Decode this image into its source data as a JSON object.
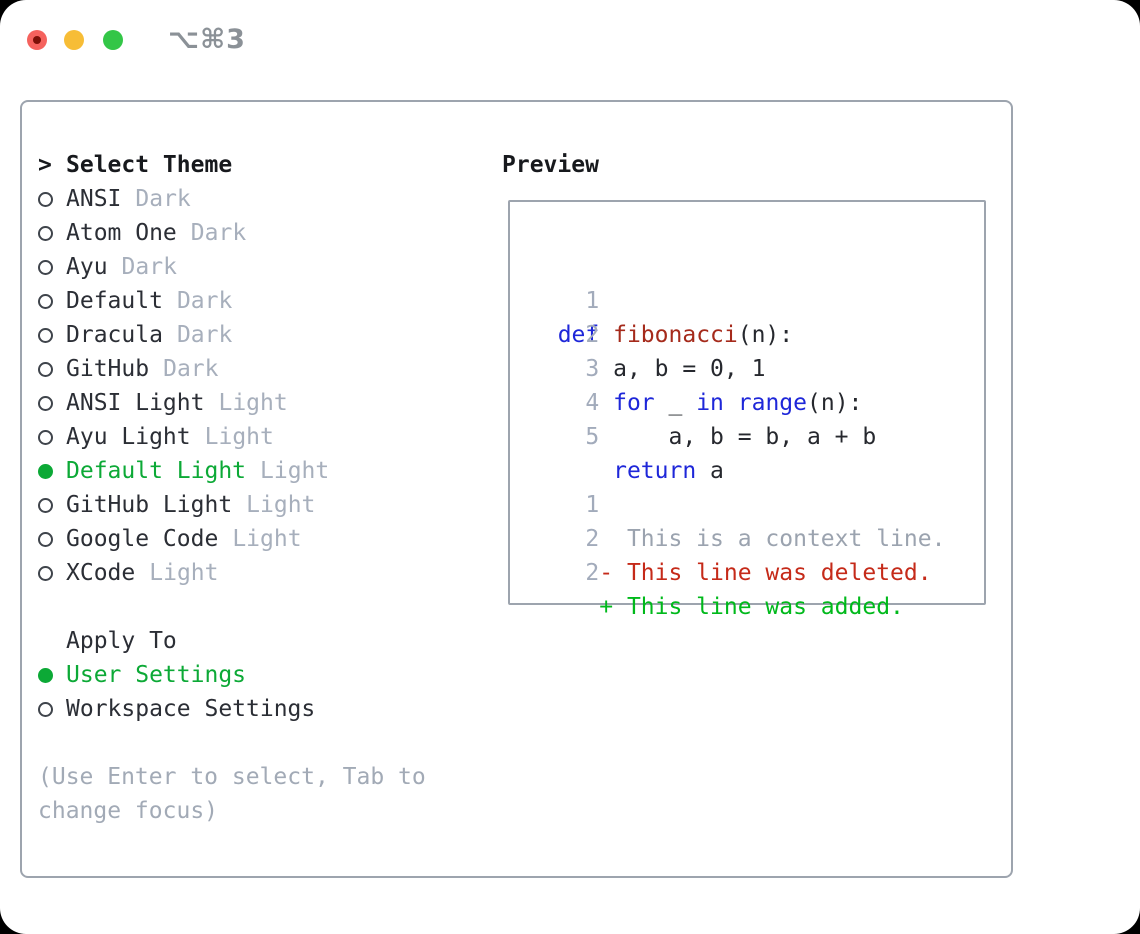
{
  "titlebar": {
    "shortcut": "⌥⌘3"
  },
  "theme_panel": {
    "prompt": ">",
    "title": "Select Theme",
    "items": [
      {
        "label": "ANSI",
        "tag": "Dark",
        "selected": false
      },
      {
        "label": "Atom One",
        "tag": "Dark",
        "selected": false
      },
      {
        "label": "Ayu",
        "tag": "Dark",
        "selected": false
      },
      {
        "label": "Default",
        "tag": "Dark",
        "selected": false
      },
      {
        "label": "Dracula",
        "tag": "Dark",
        "selected": false
      },
      {
        "label": "GitHub",
        "tag": "Dark",
        "selected": false
      },
      {
        "label": "ANSI Light",
        "tag": "Light",
        "selected": false
      },
      {
        "label": "Ayu Light",
        "tag": "Light",
        "selected": false
      },
      {
        "label": "Default Light",
        "tag": "Light",
        "selected": true
      },
      {
        "label": "GitHub Light",
        "tag": "Light",
        "selected": false
      },
      {
        "label": "Google Code",
        "tag": "Light",
        "selected": false
      },
      {
        "label": "XCode",
        "tag": "Light",
        "selected": false
      }
    ],
    "apply_to": {
      "title": "Apply To",
      "options": [
        {
          "label": "User Settings",
          "selected": true
        },
        {
          "label": "Workspace Settings",
          "selected": false
        }
      ]
    },
    "hint_lines": [
      "(Use Enter to select, Tab to",
      "change focus)"
    ]
  },
  "preview_panel": {
    "title": "Preview",
    "lines": [
      {
        "num": "1",
        "tokens": [
          {
            "c": "kw",
            "t": "def"
          },
          {
            "c": "pl",
            "t": " "
          },
          {
            "c": "fn",
            "t": "fibonacci"
          },
          {
            "c": "pl",
            "t": "(n):"
          }
        ]
      },
      {
        "num": "2",
        "tokens": [
          {
            "c": "pl",
            "t": "    a, b = 0, 1"
          }
        ]
      },
      {
        "num": "3",
        "tokens": [
          {
            "c": "pl",
            "t": "    "
          },
          {
            "c": "kw",
            "t": "for"
          },
          {
            "c": "pl",
            "t": " _ "
          },
          {
            "c": "kw",
            "t": "in"
          },
          {
            "c": "pl",
            "t": " "
          },
          {
            "c": "kw",
            "t": "range"
          },
          {
            "c": "pl",
            "t": "(n):"
          }
        ]
      },
      {
        "num": "4",
        "tokens": [
          {
            "c": "pl",
            "t": "        a, b = b, a + b"
          }
        ]
      },
      {
        "num": "5",
        "tokens": [
          {
            "c": "pl",
            "t": "    "
          },
          {
            "c": "kw",
            "t": "return"
          },
          {
            "c": "pl",
            "t": " a"
          }
        ]
      },
      {
        "num": "",
        "tokens": []
      },
      {
        "num": "1",
        "tokens": [
          {
            "c": "ctx",
            "t": "     This is a context line."
          }
        ]
      },
      {
        "num": "2",
        "tokens": [
          {
            "c": "del",
            "t": "   - This line was deleted."
          }
        ]
      },
      {
        "num": "2",
        "tokens": [
          {
            "c": "add",
            "t": "   + This line was added."
          }
        ]
      }
    ]
  },
  "colors": {
    "selected_green": "#0ca936",
    "added_green": "#00b91b",
    "deleted_red": "#c52a19",
    "keyword_blue": "#1e27d9",
    "function_red": "#a52a1b",
    "muted_gray": "#a7afbc",
    "border_gray": "#9da4ae"
  }
}
